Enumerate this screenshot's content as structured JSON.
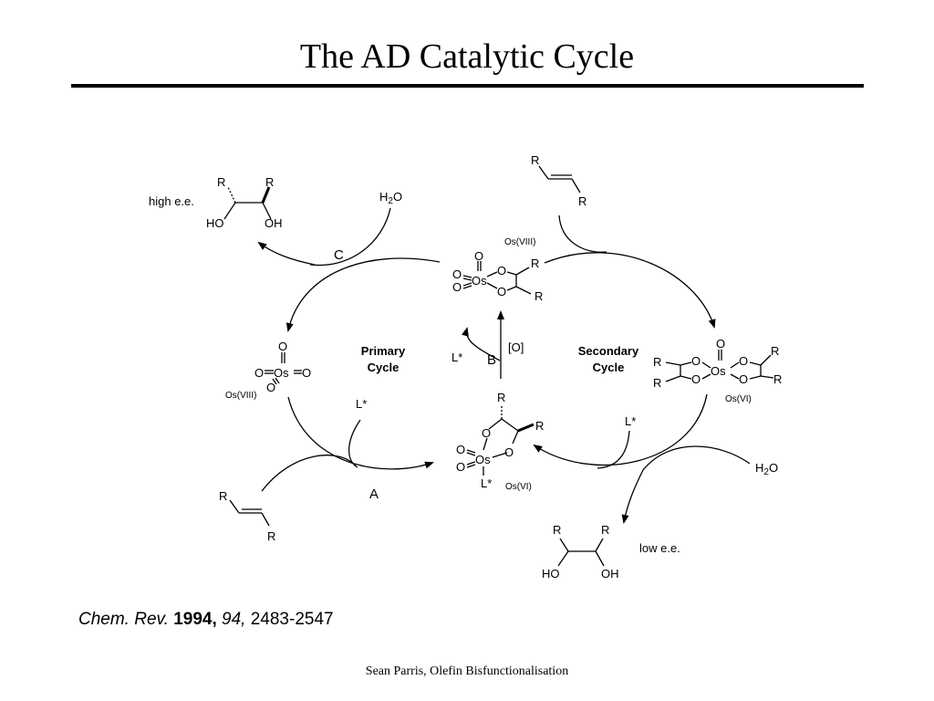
{
  "title": "The AD Catalytic Cycle",
  "labels": {
    "r": "R",
    "h2o_h": "H",
    "h2o_sub": "2",
    "h2o_o": "O",
    "ho": "HO",
    "oh": "OH",
    "o": "O",
    "os": "Os",
    "high_ee": "high e.e.",
    "low_ee": "low e.e.",
    "os_viii": "Os(VIII)",
    "os_vi": "Os(VI)",
    "ligand": "L*",
    "step_a": "A",
    "step_b": "B",
    "step_c": "C",
    "oxidant": "[O]",
    "primary_1": "Primary",
    "primary_2": "Cycle",
    "secondary_1": "Secondary",
    "secondary_2": "Cycle"
  },
  "citation": {
    "journal": "Chem. Rev.",
    "year": "1994,",
    "volume": "94,",
    "pages": "2483-2547"
  },
  "footer": "Sean Parris, Olefin Bisfunctionalisation"
}
